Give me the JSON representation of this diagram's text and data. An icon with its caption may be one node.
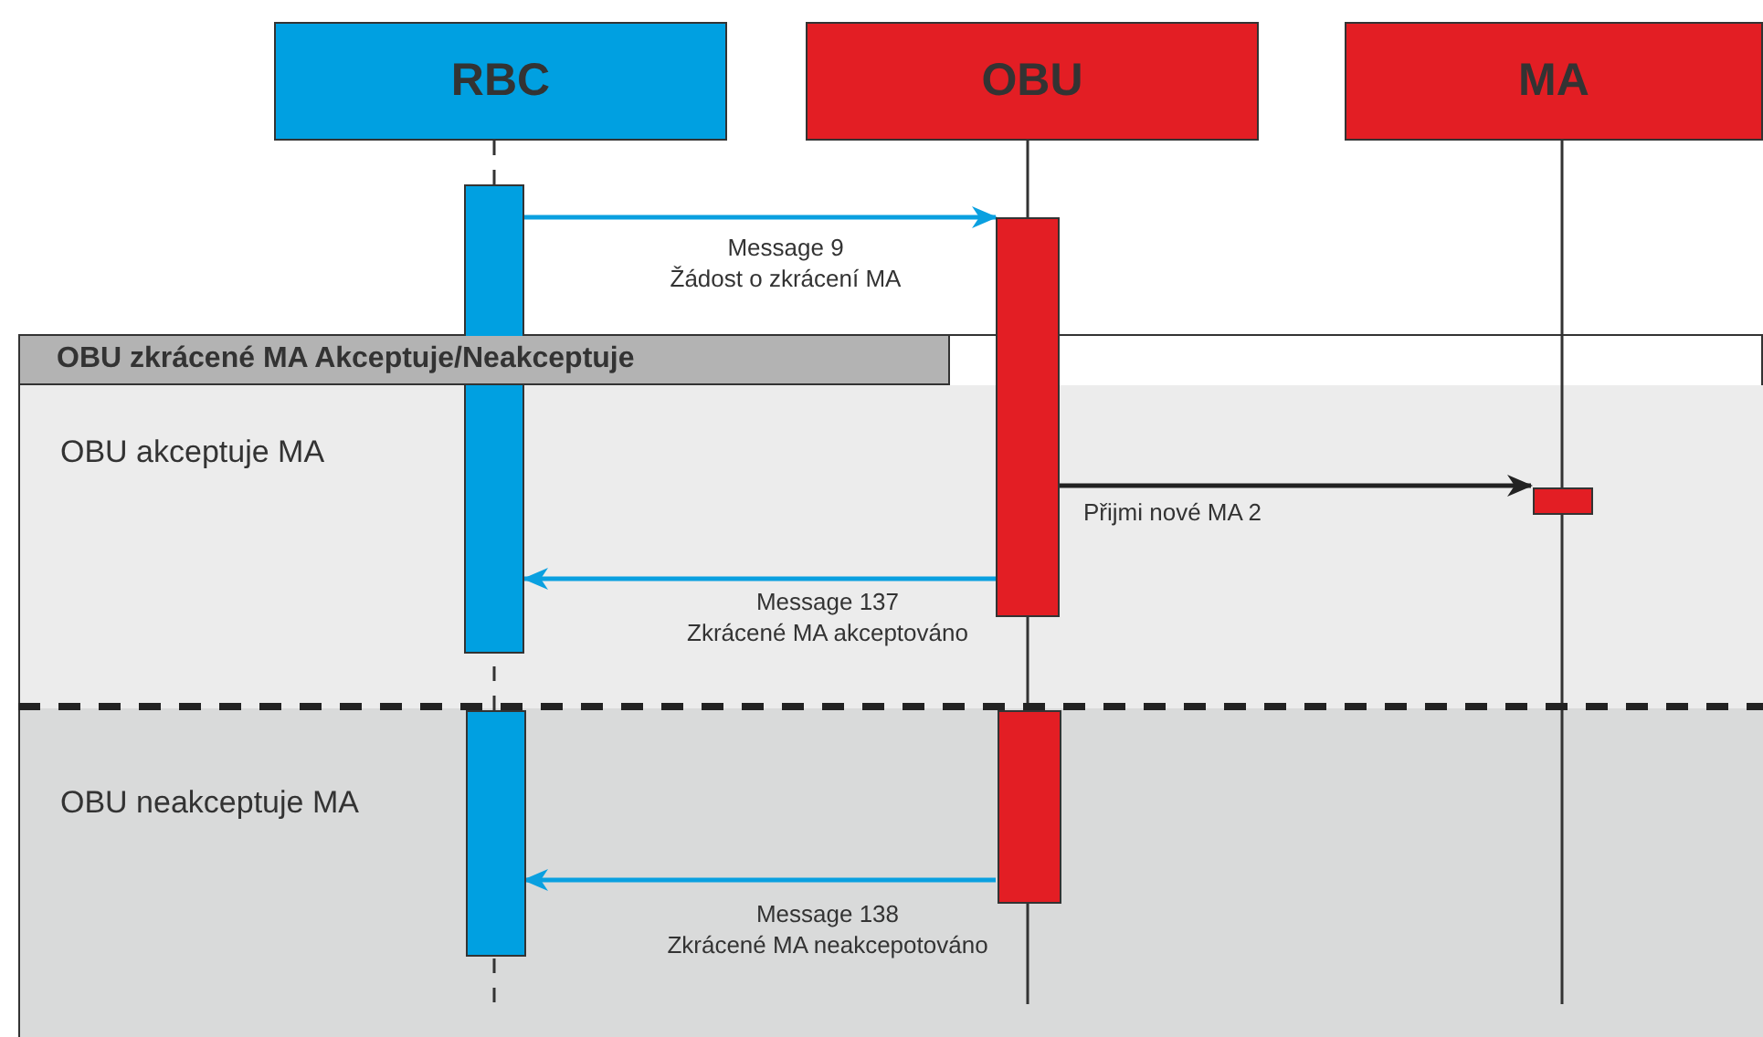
{
  "diagram": {
    "nodes": [
      {
        "text": [
          "RBC"
        ]
      },
      {
        "text": [
          "OBU"
        ]
      },
      {
        "text": [
          "MA"
        ]
      },
      {
        "text": [
          "OBU zkrácené MA Akceptuje/Neakceptuje"
        ]
      },
      {
        "text": [
          "OBU akceptuje MA"
        ],
        "in": 3
      },
      {
        "text": [
          "OBU neakceptuje MA"
        ],
        "in": 3
      },
      {
        "text": [],
        "shape": "bar"
      },
      {
        "text": [],
        "shape": "bar"
      },
      {
        "text": [],
        "shape": "bar",
        "in": 4
      },
      {
        "text": [],
        "shape": "bar",
        "in": 5
      },
      {
        "text": [],
        "shape": "bar",
        "in": 5
      }
    ],
    "edges": [
      {
        "from": 6,
        "to": 7,
        "arrow": "to",
        "label": "Message 9 Žádost o zkrácení MA"
      },
      {
        "from": 7,
        "to": 8,
        "arrow": "to",
        "label": "Přijmi nové MA 2",
        "color": "#222222"
      },
      {
        "from": 7,
        "to": 6,
        "arrow": "to",
        "label": "Message 137 Zkrácené MA akceptováno"
      },
      {
        "from": 10,
        "to": 9,
        "arrow": "to",
        "label": "Message 138 Zkrácené MA neakcepotováno"
      }
    ]
  }
}
